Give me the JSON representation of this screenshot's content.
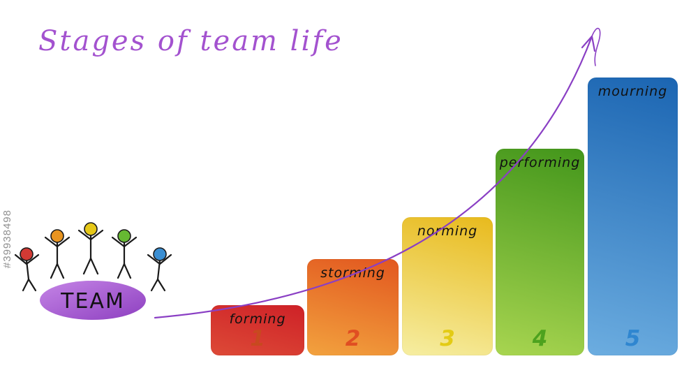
{
  "title": {
    "text": "Stages of team life",
    "color": "#a352cf"
  },
  "watermark": "#39938498",
  "team": {
    "label": "TEAM",
    "ellipse_colors": [
      "#c585e6",
      "#8d3fc0"
    ],
    "member_head_colors": [
      "#d23a34",
      "#e89420",
      "#e6c818",
      "#66b832",
      "#3a8ed2"
    ]
  },
  "arrow": {
    "color": "#8a3fc4"
  },
  "stages": [
    {
      "name": "forming",
      "number": "1",
      "color_top": "#ce2127",
      "color_bottom": "#dd4a37",
      "number_color": "#c8491f",
      "label_color": "#111111"
    },
    {
      "name": "storming",
      "number": "2",
      "color_top": "#e2571f",
      "color_bottom": "#f2a23e",
      "number_color": "#e04e22",
      "label_color": "#111111"
    },
    {
      "name": "norming",
      "number": "3",
      "color_top": "#e8ba1d",
      "color_bottom": "#f6eea2",
      "number_color": "#e3cb14",
      "label_color": "#111111"
    },
    {
      "name": "performing",
      "number": "4",
      "color_top": "#43961b",
      "color_bottom": "#a8d550",
      "number_color": "#4da21e",
      "label_color": "#111111"
    },
    {
      "name": "mourning",
      "number": "5",
      "color_top": "#1b65b2",
      "color_bottom": "#6cade0",
      "number_color": "#2f86d0",
      "label_color": "#111111"
    }
  ]
}
